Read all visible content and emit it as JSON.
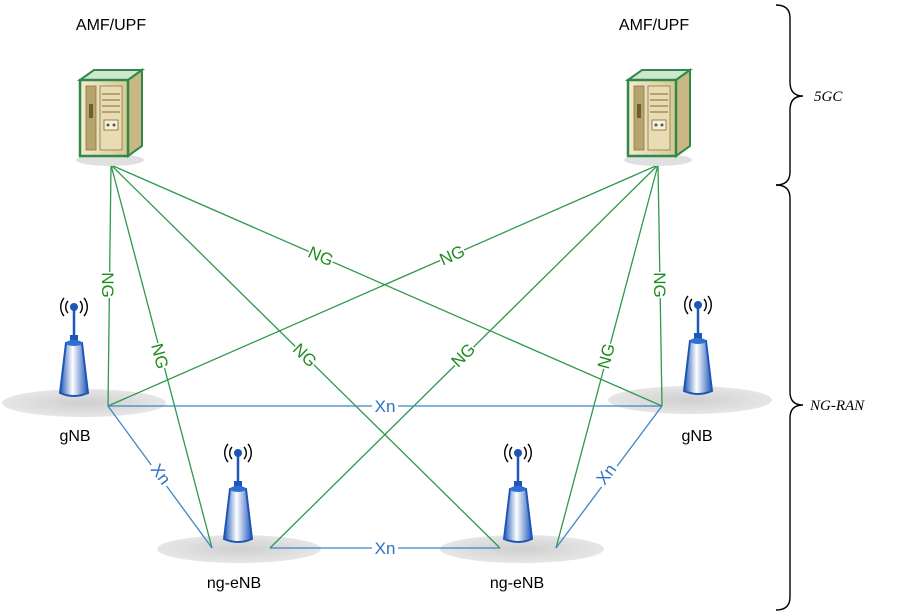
{
  "diagram": {
    "core_nodes": [
      {
        "id": "amf_left",
        "label": "AMF/UPF"
      },
      {
        "id": "amf_right",
        "label": "AMF/UPF"
      }
    ],
    "ran_nodes": [
      {
        "id": "gnb_left",
        "label": "gNB"
      },
      {
        "id": "gnb_right",
        "label": "gNB"
      },
      {
        "id": "ngenb_left",
        "label": "ng-eNB"
      },
      {
        "id": "ngenb_right",
        "label": "ng-eNB"
      }
    ],
    "regions": [
      {
        "id": "core",
        "label": "5GC"
      },
      {
        "id": "ran",
        "label": "NG-RAN"
      }
    ],
    "ng_label": "NG",
    "xn_label": "Xn",
    "ng_links": [
      {
        "from": "amf_left",
        "to": "gnb_left"
      },
      {
        "from": "amf_left",
        "to": "ngenb_left"
      },
      {
        "from": "amf_left",
        "to": "ngenb_right"
      },
      {
        "from": "amf_left",
        "to": "gnb_right"
      },
      {
        "from": "amf_right",
        "to": "gnb_left"
      },
      {
        "from": "amf_right",
        "to": "ngenb_left"
      },
      {
        "from": "amf_right",
        "to": "ngenb_right"
      },
      {
        "from": "amf_right",
        "to": "gnb_right"
      }
    ],
    "xn_links": [
      {
        "from": "gnb_left",
        "to": "gnb_right"
      },
      {
        "from": "gnb_left",
        "to": "ngenb_left"
      },
      {
        "from": "ngenb_left",
        "to": "ngenb_right"
      },
      {
        "from": "ngenb_right",
        "to": "gnb_right"
      }
    ],
    "colors": {
      "ng_link": "#2e9a4a",
      "ng_text": "#1f8a1f",
      "xn_link": "#3a86c8",
      "xn_text": "#2a73c4",
      "server_body": "#e8dcb0",
      "server_border": "#2f8a4a",
      "antenna": "#2f6fd0",
      "shadow": "#d7d7d7"
    }
  }
}
